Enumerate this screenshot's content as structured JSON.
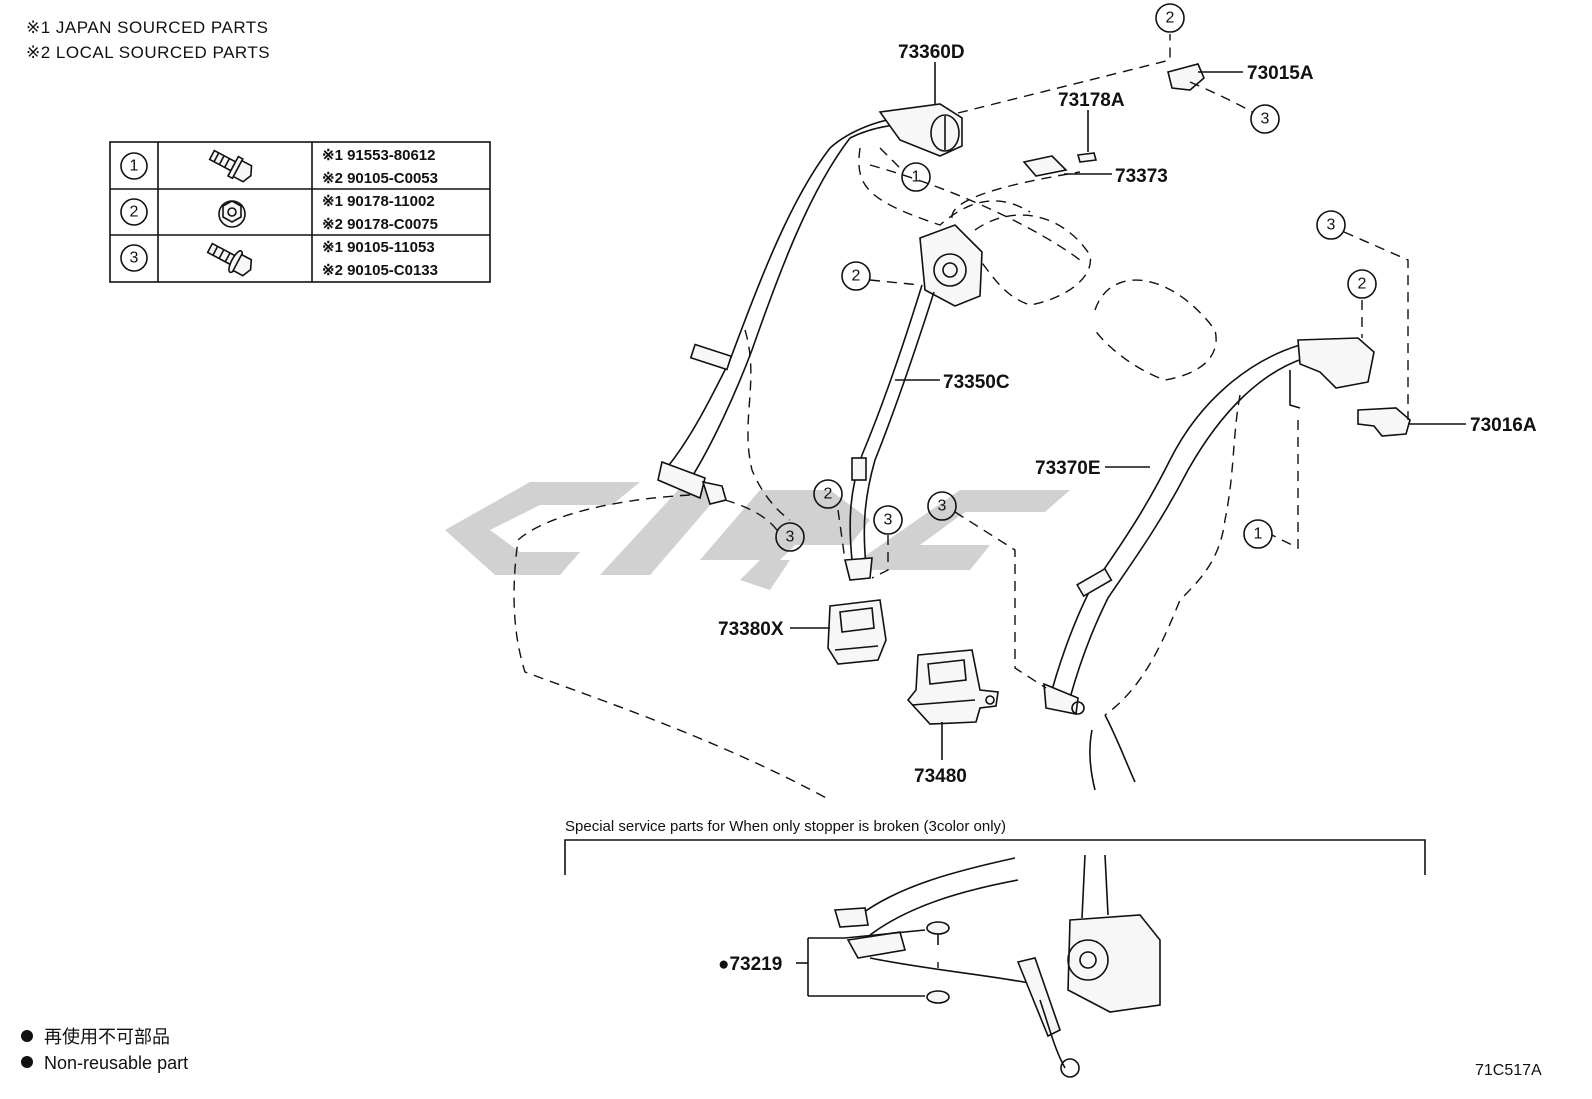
{
  "header_notes": {
    "note1": "※1 JAPAN SOURCED PARTS",
    "note2": "※2 LOCAL SOURCED PARTS"
  },
  "fastener_table": {
    "rows": [
      {
        "ref": "1",
        "icon": "bolt-with-washer-icon",
        "japan": "※1 91553-80612",
        "local": "※2 90105-C0053"
      },
      {
        "ref": "2",
        "icon": "flange-nut-icon",
        "japan": "※1 90178-11002",
        "local": "※2 90178-C0075"
      },
      {
        "ref": "3",
        "icon": "flange-bolt-icon",
        "japan": "※1 90105-11053",
        "local": "※2 90105-C0133"
      }
    ]
  },
  "part_labels": {
    "p73360D": "73360D",
    "p73015A": "73015A",
    "p73178A": "73178A",
    "p73373": "73373",
    "p73350C": "73350C",
    "p73016A": "73016A",
    "p73370E": "73370E",
    "p73380X": "73380X",
    "p73480": "73480",
    "p73219": "●73219"
  },
  "callouts": {
    "c1": "1",
    "c2": "2",
    "c3": "3"
  },
  "special_service": {
    "caption": "Special service parts for When only stopper is broken (3color only)"
  },
  "legend": {
    "jp": "再使用不可部品",
    "en": "Non-reusable part"
  },
  "diagram_code": "71C517A"
}
